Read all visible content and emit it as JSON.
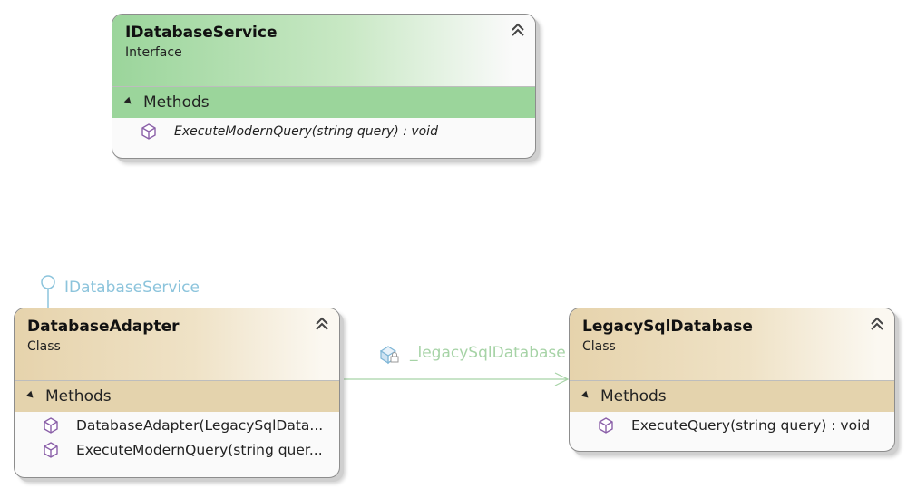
{
  "interface_box": {
    "title": "IDatabaseService",
    "stereotype": "Interface",
    "section_label": "Methods",
    "members": [
      "ExecuteModernQuery(string query) : void"
    ]
  },
  "adapter_box": {
    "title": "DatabaseAdapter",
    "stereotype": "Class",
    "section_label": "Methods",
    "members": [
      "DatabaseAdapter(LegacySqlData...",
      "ExecuteModernQuery(string  quer..."
    ]
  },
  "legacy_box": {
    "title": "LegacySqlDatabase",
    "stereotype": "Class",
    "section_label": "Methods",
    "members": [
      "ExecuteQuery(string query) : void"
    ]
  },
  "lollipop_label": "IDatabaseService",
  "association_label": "_legacySqlDatabase",
  "colors": {
    "interface_header": "#9bd59b",
    "class_header": "#e4d3ad",
    "lollipop": "#8cc4dc",
    "association": "#a6d3a6",
    "method_icon": "#8a5fa8"
  },
  "icons": {
    "collapse": "double-chevron-up-icon",
    "section_toggle": "triangle-expanded-icon",
    "method": "method-cube-icon",
    "association_field": "field-lock-icon",
    "lollipop": "interface-lollipop-icon"
  }
}
